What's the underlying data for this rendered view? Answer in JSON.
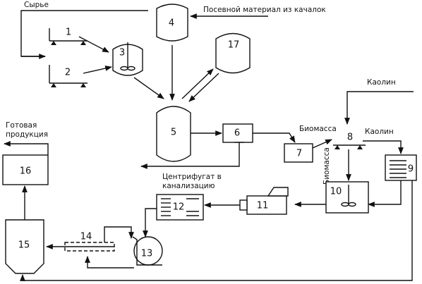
{
  "labels": {
    "raw": "Сырье",
    "seed": "Посевной материал из качалок",
    "kaolin_top": "Каолин",
    "kaolin_right": "Каолин",
    "biomass_h": "Биомасса",
    "biomass_v": "Биомасса",
    "product_1": "Готовая",
    "product_2": "продукция",
    "centrifugate_1": "Центрифугат в",
    "centrifugate_2": "канализацию"
  },
  "units": {
    "u1": "1",
    "u2": "2",
    "u3": "3",
    "u4": "4",
    "u5": "5",
    "u6": "6",
    "u7": "7",
    "u8": "8",
    "u9": "9",
    "u10": "10",
    "u11": "11",
    "u12": "12",
    "u13": "13",
    "u14": "14",
    "u15": "15",
    "u16": "16",
    "u17": "17"
  }
}
